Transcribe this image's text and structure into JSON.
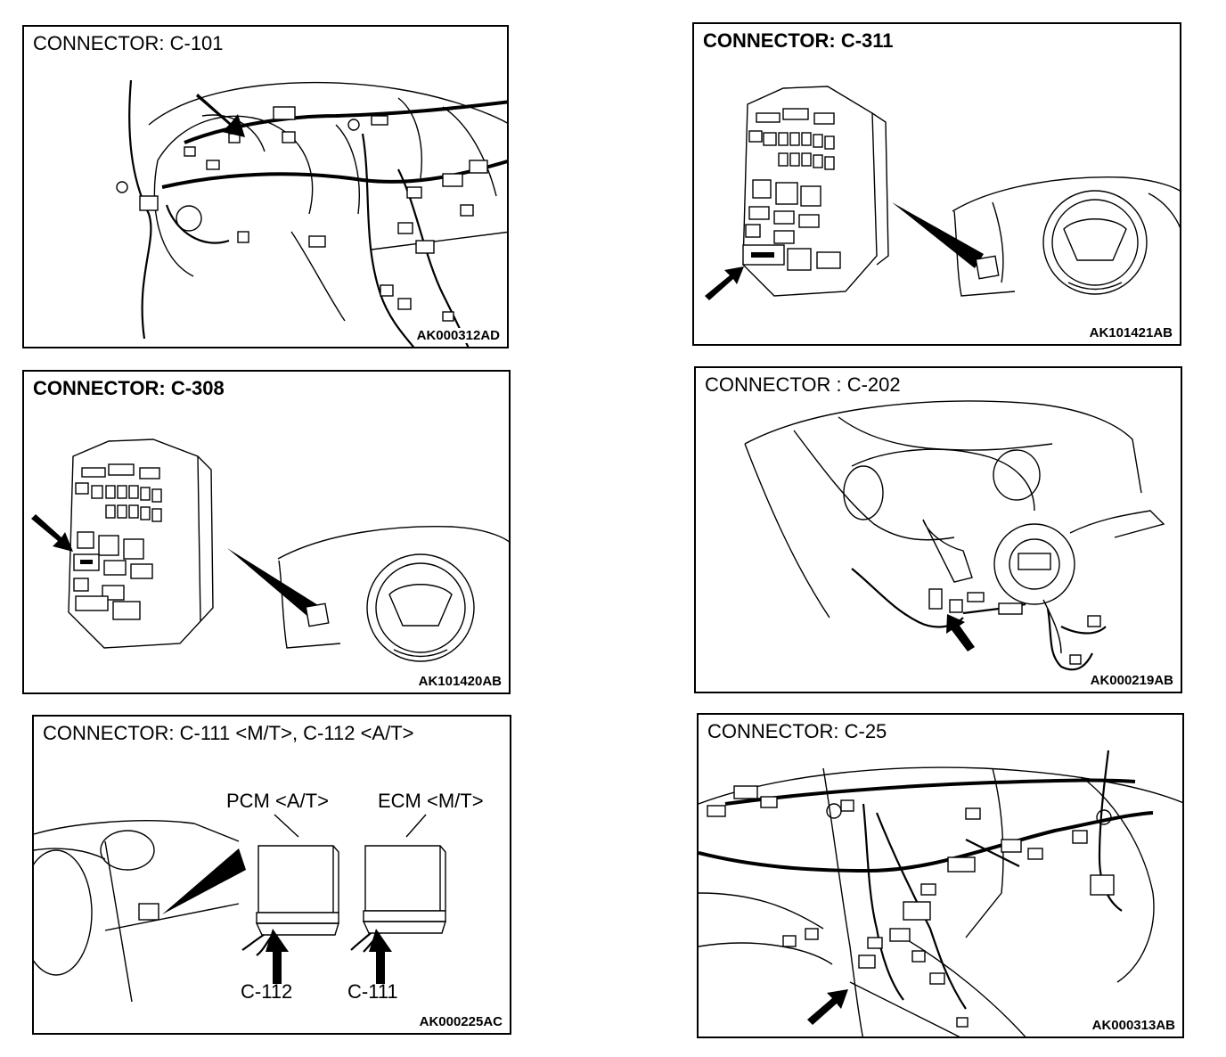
{
  "panels": {
    "c101": {
      "title": "CONNECTOR: C-101",
      "code": "AK000312AD"
    },
    "c311": {
      "title": "CONNECTOR: C-311",
      "code": "AK101421AB"
    },
    "c308": {
      "title": "CONNECTOR: C-308",
      "code": "AK101420AB"
    },
    "c202": {
      "title": "CONNECTOR : C-202",
      "code": "AK000219AB"
    },
    "c111": {
      "title": "CONNECTOR: C-111 <M/T>, C-112 <A/T>",
      "code": "AK000225AC",
      "pcm_label": "PCM <A/T>",
      "ecm_label": "ECM <M/T>",
      "pcm_connector": "C-112",
      "ecm_connector": "C-111"
    },
    "c25": {
      "title": "CONNECTOR: C-25",
      "code": "AK000313AB"
    }
  }
}
